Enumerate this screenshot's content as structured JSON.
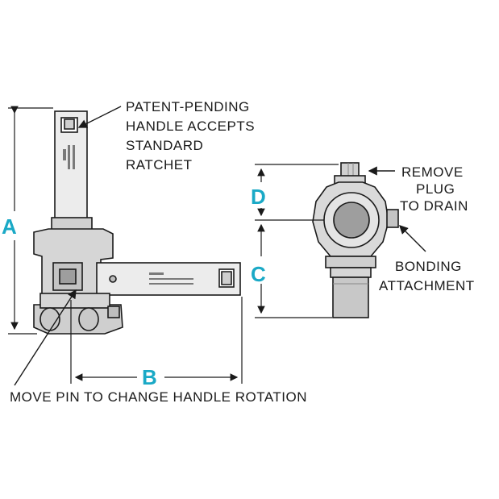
{
  "labels": {
    "patent_1": "PATENT-PENDING",
    "patent_2": "HANDLE ACCEPTS",
    "patent_3": "STANDARD",
    "patent_4": "RATCHET",
    "remove_1": "REMOVE",
    "remove_2": "PLUG",
    "remove_3": "TO DRAIN",
    "bonding_1": "BONDING",
    "bonding_2": "ATTACHMENT",
    "move_pin": "MOVE PIN TO CHANGE HANDLE ROTATION"
  },
  "dimensions": {
    "a": "A",
    "b": "B",
    "c": "C",
    "d": "D"
  },
  "colors": {
    "dimension": "#1aa9c6",
    "ink": "#1a1a1a",
    "body": "#d9d9d9",
    "bore": "#9e9e9e"
  }
}
